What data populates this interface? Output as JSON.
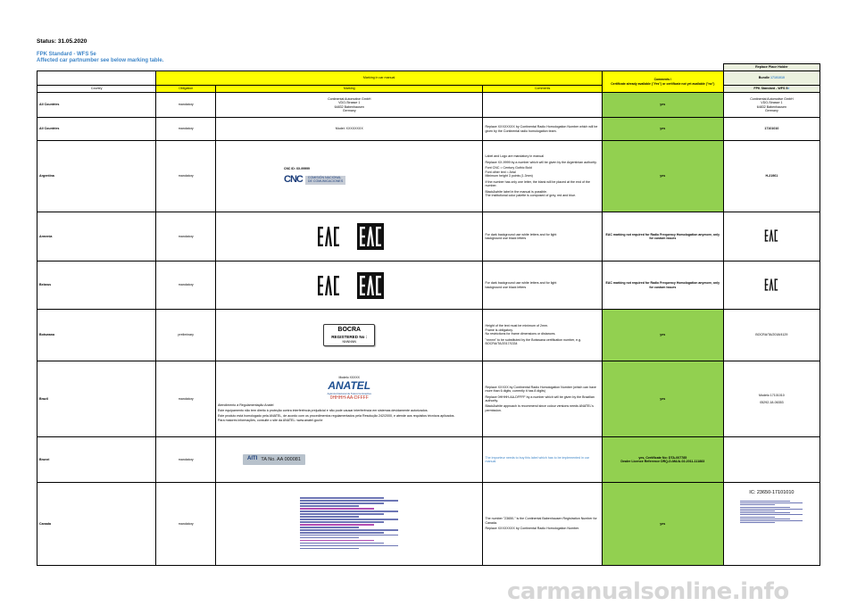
{
  "status": "Status: 31.05.2020",
  "subtitle1": "FPK Standard - WFS 5e",
  "subtitle2": "Affected car partnumber see below marking table.",
  "header": {
    "replace_place_holder": "Replace Place Holder",
    "marking_in_manual": "Marking in car manual",
    "comments_title": "Comments /",
    "comments_desc": "Certificate already available (\"Yes\") or certificate not yet available (\"no\")",
    "bundle_label": "Bundle",
    "bundle_number": "17101010",
    "col_country": "Country",
    "col_obligation": "Obligation",
    "col_marking": "Marking",
    "col_comments": "Comments",
    "fpk_label": "FPK Standard - WFS 5",
    "fpk_suffix": "e"
  },
  "rows": [
    {
      "country": "All Countries",
      "obligation": "mandatory",
      "marking_lines": [
        "Continental Automotive GmbH",
        "VDO-Strasse 1",
        "64832 Babenhausen",
        "Germany"
      ],
      "comments": "",
      "cert": "yes",
      "placeholder_lines": [
        "Continental Automotive GmbH",
        "VDO-Strasse 1",
        "64832 Babenhausen",
        "Germany"
      ]
    },
    {
      "country": "All Countries",
      "obligation": "mandatory",
      "marking": "Model: XXXXXXXX",
      "comments": "Replace XXXXXXXX by Continental Radio Homologation Number which will be given by the Continental radio homologation team.",
      "cert": "yes",
      "placeholder": "17101010"
    },
    {
      "country": "Argentina",
      "obligation": "mandatory",
      "cnc_id": "CNC ID: XX-99999",
      "cnc_logo_text": "CNC",
      "cnc_box_1": "COMISIÓN NACIONAL",
      "cnc_box_2": "DE COMUNICACIONES",
      "comments": [
        "Label and Logo are mandatory in manual",
        "Replace XX-9999 by a number which will be given by the Argentinian authority.",
        "Font CNC = Century Gothic Bold",
        "Font other text = Arial",
        "Minimum height 3 points (1.3mm)",
        "If the number has only one letter, the blank will be placed at the end of the number.",
        "Black&white label in the manual is possible.",
        "The institutional color palette is composed of grey, red and blue."
      ],
      "cert": "yes",
      "placeholder": "H-21961"
    },
    {
      "country": "Armenia",
      "obligation": "mandatory",
      "comments": [
        "For dark background use white letters and for light",
        "background use black letters"
      ],
      "cert": "EAC marking not required for Radio Frequency Homologation anymore, only for custom issues"
    },
    {
      "country": "Belarus",
      "obligation": "mandatory",
      "comments": [
        "For dark background use white letters and for light",
        "background use black letters"
      ],
      "cert": "EAC marking not required for Radio Frequency Homologation anymore, only for custom issues"
    },
    {
      "country": "Botswana",
      "obligation": "preliminary",
      "bocra_t1": "BOCRA",
      "bocra_t2": "REGISTERED No :",
      "bocra_t3": "NNNNNN",
      "comments": [
        "Height of the text must be minimum of 2mm.",
        "Frame is obligatory.",
        "No restrictions for frame dimensions or distances.",
        "\"nnnnn\" to be substituted by the Botswana certification number, e.g.",
        "BOCRA/TA/2017/1334"
      ],
      "cert": "yes",
      "placeholder": "BOCRA/TA/2018/4129"
    },
    {
      "country": "Brazil",
      "obligation": "mandatory",
      "anatel_model": "Modelo XXXXX",
      "anatel_name": "ANATEL",
      "anatel_sub": "Agência Nacional de Telecomunicações",
      "anatel_code": "0HHHH-AA-DFFFF",
      "marking_lines": [
        "Atendimento à Regulamentação Anatel",
        "Este equipamento não tem direito à proteção contra interferência prejudicial e não pode causar interferência em sistemas devidamente autorizados.",
        "Este produto está homologado pela ANATEL, de acordo com os procedimentos regulamentados pela Resolução 242/2000, e atende aos requisitos técnicos aplicados.",
        "Para maiores informações, consulte o site da ANATEL: www.anatel.gov.br"
      ],
      "comments": [
        "Replace XXXXX by Continental Radio Homologation Number (which can have more than 6 digits; currently it has 8 digits)",
        "Replace 0HHHH-AA-DFFFF by a number which will be given by the Brazilian authority.",
        "Black&white approach is recommend since colour versions needs ANATEL's permission."
      ],
      "cert": "yes",
      "placeholder_1": "Modelo 17101010",
      "placeholder_2": "05292-18-06353"
    },
    {
      "country": "Brunei",
      "obligation": "mandatory",
      "aiti_mark": "AITI",
      "aiti_code": "TA No. AA 000081",
      "comments": "The importeur needs to buy this label which has to be implemented in car manual",
      "cert_1": "yes, Certificate No: DTA-007785",
      "cert_2": "Dealer Licence Reference DRQ-D-MA/A-02-2011-111883"
    },
    {
      "country": "Canada",
      "obligation": "mandatory",
      "comments": [
        "The number \"23650-\" is the Continental Babenhausen Registration Number for Canada.",
        "Replace XXXXXXXX by Continental Radio Homologation Number."
      ],
      "cert": "yes",
      "placeholder": "IC: 23650-17101010"
    }
  ],
  "watermark": "carmanualsonline.info",
  "colors": {
    "blue": "#3f86c8",
    "green": "#92d050",
    "yellow": "#ffff00",
    "lightgreen": "#ebf1de"
  }
}
